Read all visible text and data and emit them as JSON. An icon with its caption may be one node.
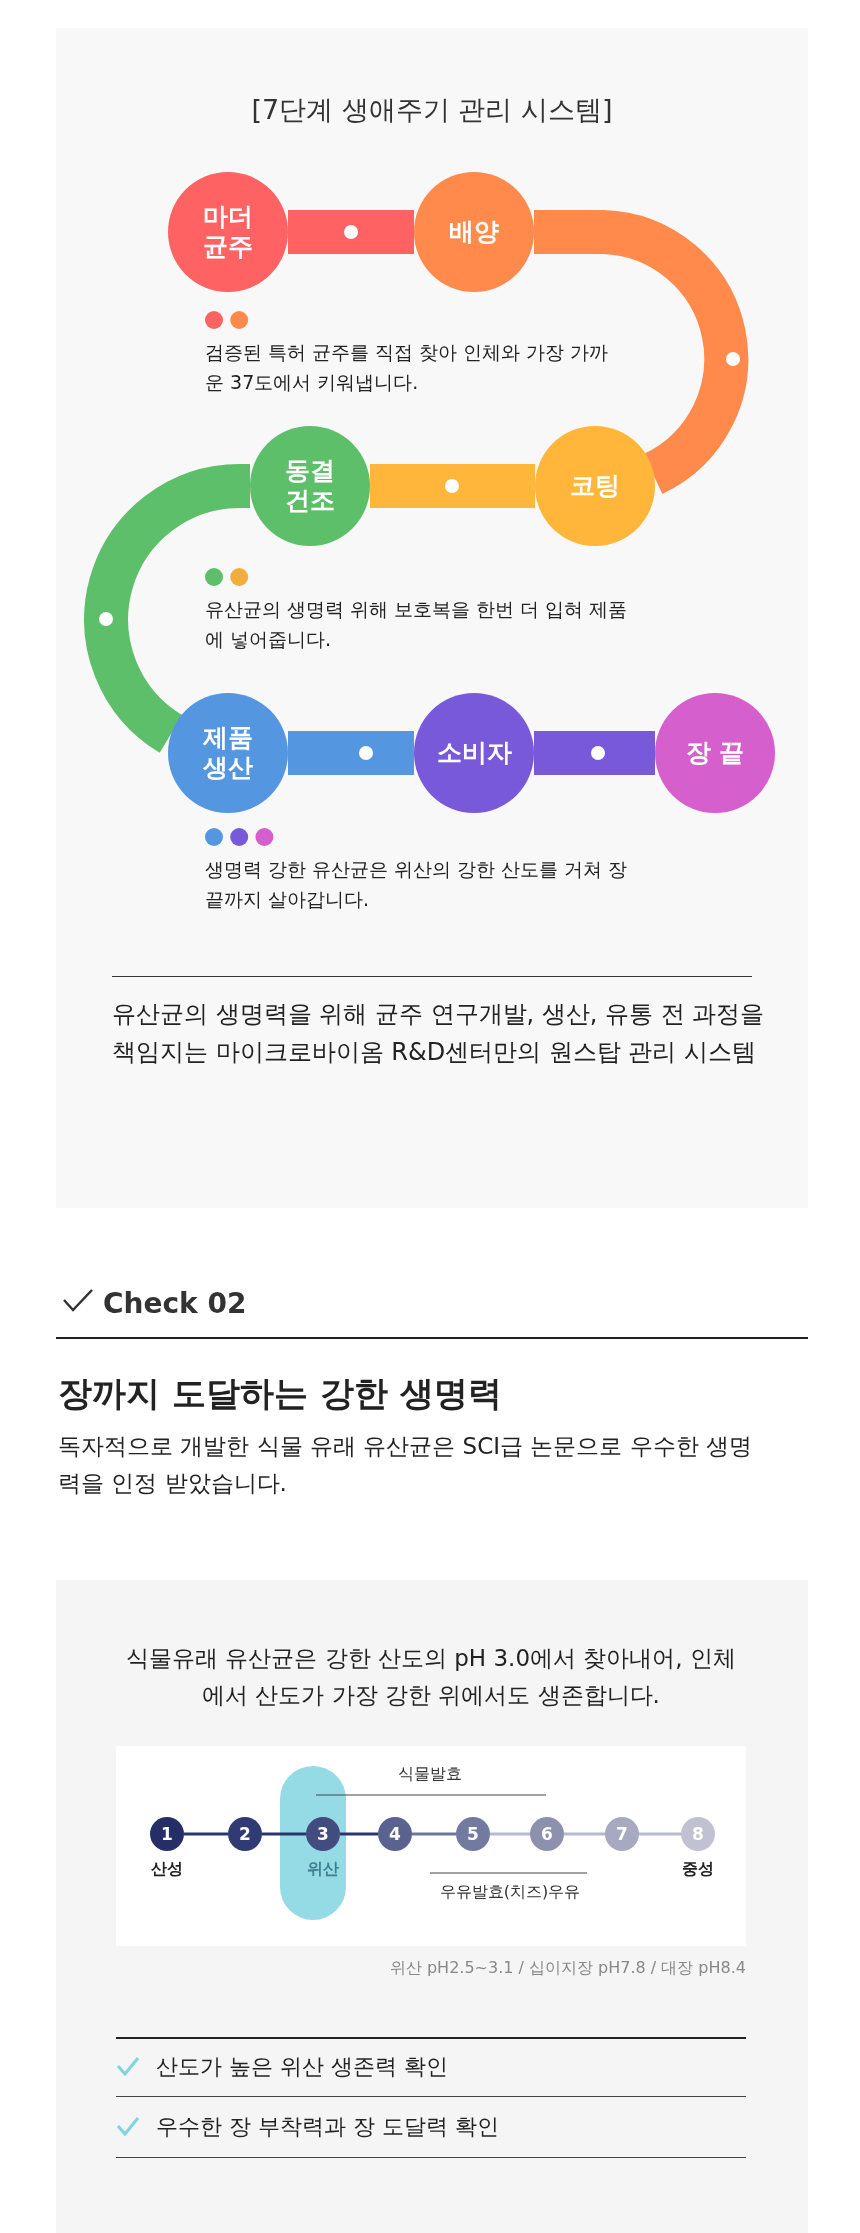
{
  "diagram": {
    "title": "[7단계 생애주기 관리 시스템]",
    "nodes": [
      {
        "text": [
          "마더 균주"
        ]
      },
      {
        "text": [
          "배양"
        ]
      },
      {
        "text": [
          "코팅"
        ]
      },
      {
        "text": [
          "동결 건조"
        ]
      },
      {
        "text": [
          "제품 생산"
        ]
      },
      {
        "text": [
          "소비자"
        ]
      },
      {
        "text": [
          "장 끝"
        ]
      },
      {
        "text": [
          "1"
        ],
        "beside": [
          "산성"
        ]
      },
      {
        "text": [
          "2"
        ]
      },
      {
        "text": [
          "3"
        ],
        "beside": [
          "위산"
        ]
      },
      {
        "text": [
          "4"
        ]
      },
      {
        "text": [
          "5"
        ]
      },
      {
        "text": [
          "6"
        ]
      },
      {
        "text": [
          "7"
        ]
      },
      {
        "text": [
          "8"
        ],
        "beside": [
          "중성"
        ]
      }
    ],
    "edges": [
      {
        "from": 0,
        "to": 1,
        "arrow": "none",
        "style": "thick",
        "color": "#ff6262"
      },
      {
        "from": 1,
        "to": 2,
        "arrow": "none",
        "style": "thick",
        "color": "#ff8a4c"
      },
      {
        "from": 2,
        "to": 3,
        "arrow": "none",
        "style": "thick",
        "color": "#ffb63b"
      },
      {
        "from": 3,
        "to": 4,
        "arrow": "none",
        "style": "thick",
        "color": "#5dbf6a"
      },
      {
        "from": 4,
        "to": 5,
        "arrow": "none",
        "style": "thick",
        "color": "#5596e0"
      },
      {
        "from": 5,
        "to": 6,
        "arrow": "none",
        "style": "thick",
        "color": "#7759d9"
      },
      {
        "from": 7,
        "to": 8,
        "arrow": "none",
        "color": "#2a3470"
      },
      {
        "from": 8,
        "to": 9,
        "arrow": "none",
        "color": "#2a3470"
      },
      {
        "from": 9,
        "to": 10,
        "arrow": "none",
        "color": "#2a3470"
      },
      {
        "from": 10,
        "to": 11,
        "arrow": "none",
        "color": "#6f7699"
      },
      {
        "from": 11,
        "to": 12,
        "arrow": "none",
        "color": "#b6b9cc"
      },
      {
        "from": 12,
        "to": 13,
        "arrow": "none",
        "color": "#b6b9cc"
      },
      {
        "from": 13,
        "to": 14,
        "arrow": "none",
        "color": "#b6b9cc"
      }
    ],
    "labels": [
      "검증된 특허 균주를 직접 찾아 인체와 가장 가까운 37도에서 키워냅니다.",
      "유산균의 생명력 위해 보호복을 한번 더 입혀 제품에 넣어줍니다.",
      "생명력 강한 유산균은 위산의 강한 산도를 거쳐 장 끝까지 살아갑니다.",
      "유산균의 생명력을 위해 균주 연구개발, 생산, 유통 전 과정을 책임지는 마이크로바이옴 R&D센터만의 원스탑 관리 시스템",
      "Check 02",
      "장까지 도달하는 강한 생명력",
      "독자적으로 개발한 식물 유래 유산균은 SCI급 논문으로 우수한 생명력을 인정 받았습니다.",
      "식물유래 유산균은 강한 산도의 pH 3.0에서 찾아내어, 인체에서 산도가 가장 강한 위에서도 생존합니다.",
      "식물발효",
      "우유발효(치즈)우유",
      "위산 pH2.5~3.1 / 십이지장 pH7.8 / 대장 pH8.4",
      "산도가 높은 위산 생존력 확인",
      "우수한 장 부착력과 장 도달력 확인"
    ]
  }
}
